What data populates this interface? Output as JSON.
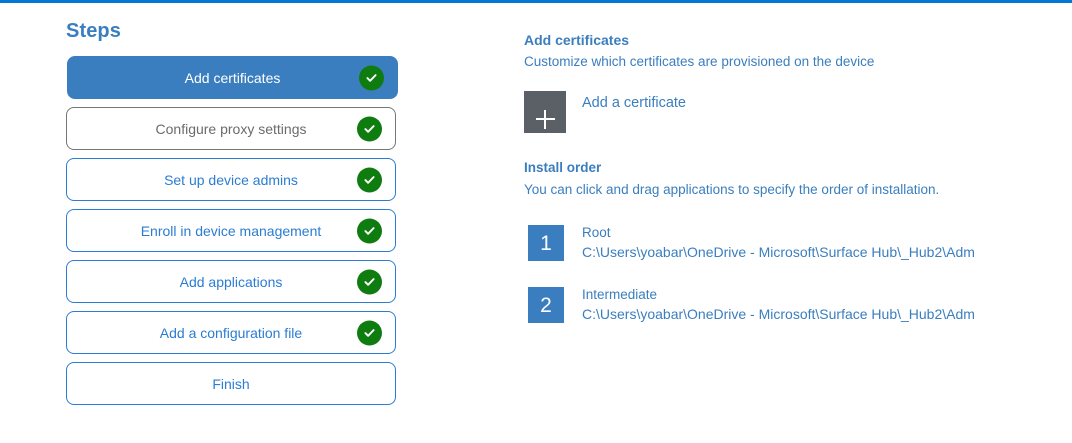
{
  "accent": {
    "top_rule": "#0078d4",
    "link_blue": "#3a7ebf",
    "active_step_bg": "#3a7ebf",
    "muted_border": "#767676",
    "check_green": "#0f7c0f",
    "add_tile_gray": "#5b6067"
  },
  "steps": {
    "heading": "Steps",
    "items": [
      {
        "label": "Add certificates",
        "state": "active",
        "completed": true,
        "check_icon": "check-circle-icon"
      },
      {
        "label": "Configure proxy settings",
        "state": "muted",
        "completed": true,
        "check_icon": "check-circle-icon"
      },
      {
        "label": "Set up device admins",
        "state": "normal",
        "completed": true,
        "check_icon": "check-circle-icon"
      },
      {
        "label": "Enroll in device management",
        "state": "normal",
        "completed": true,
        "check_icon": "check-circle-icon"
      },
      {
        "label": "Add applications",
        "state": "normal",
        "completed": true,
        "check_icon": "check-circle-icon"
      },
      {
        "label": "Add a configuration file",
        "state": "normal",
        "completed": true,
        "check_icon": "check-circle-icon"
      },
      {
        "label": "Finish",
        "state": "normal",
        "completed": false,
        "check_icon": null
      }
    ]
  },
  "detail": {
    "title": "Add certificates",
    "subtitle": "Customize which certificates are provisioned on the device",
    "add_certificate": {
      "icon": "plus-icon",
      "label": "Add a certificate"
    },
    "install_order": {
      "title": "Install order",
      "help": "You can click and drag applications to specify the order of installation.",
      "items": [
        {
          "index": "1",
          "name": "Root",
          "path": "C:\\Users\\yoabar\\OneDrive - Microsoft\\Surface Hub\\_Hub2\\Adm"
        },
        {
          "index": "2",
          "name": "Intermediate",
          "path": "C:\\Users\\yoabar\\OneDrive - Microsoft\\Surface Hub\\_Hub2\\Adm"
        }
      ]
    }
  }
}
